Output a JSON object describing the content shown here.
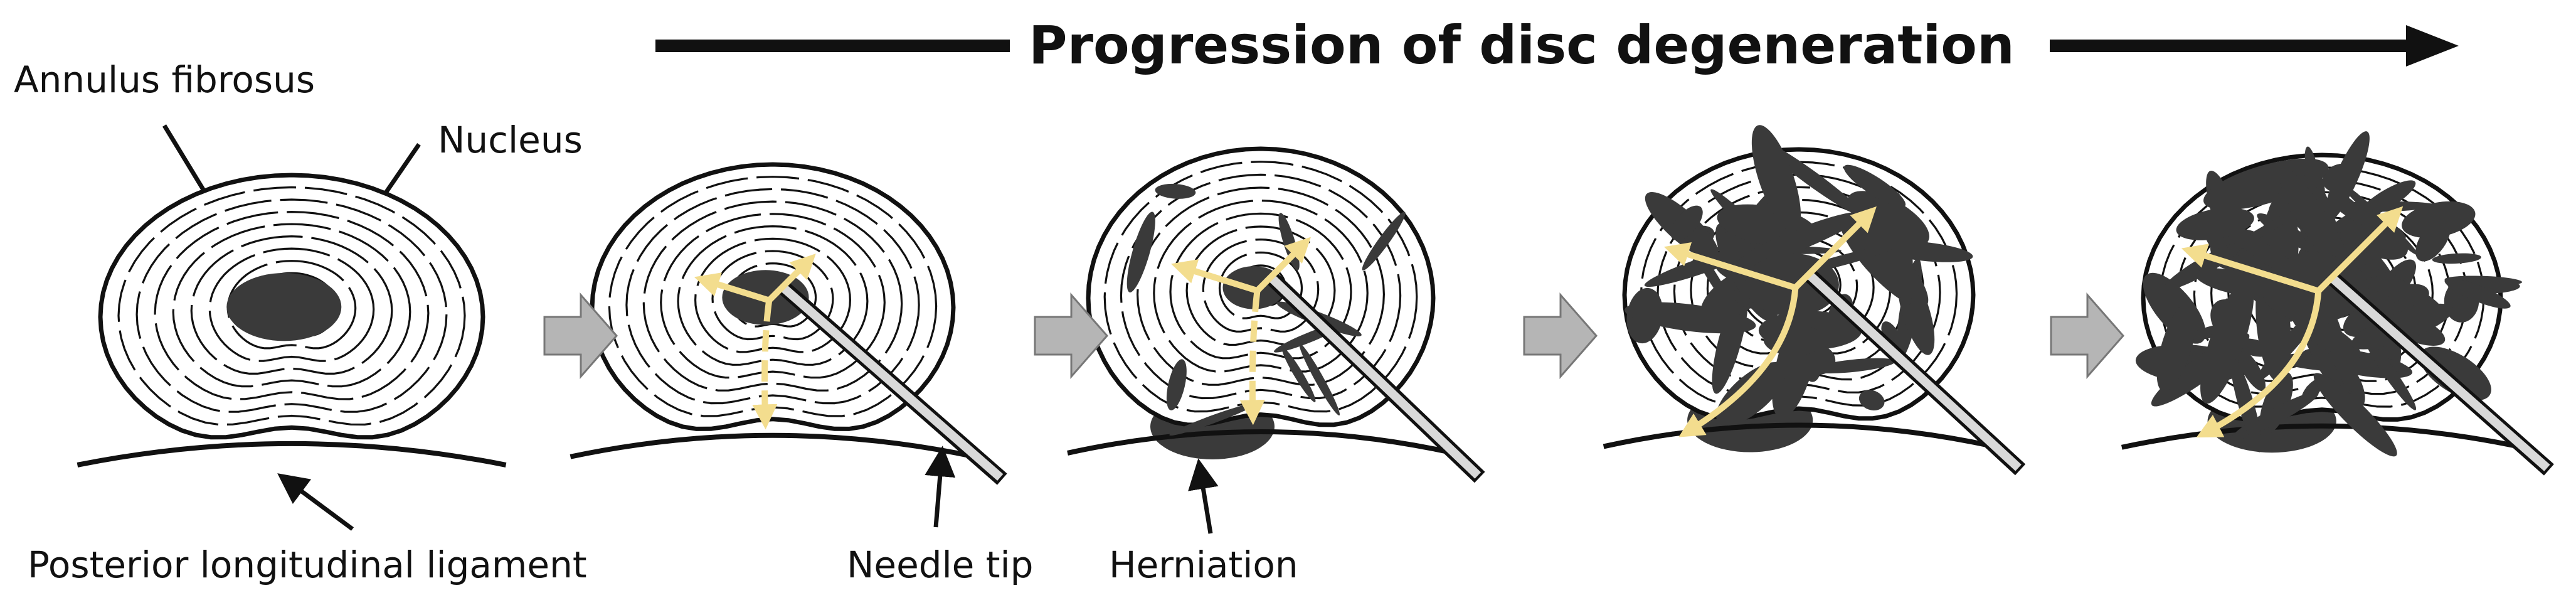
{
  "title": "Progression of disc degeneration",
  "labels": {
    "annulus": "Annulus fibrosus",
    "nucleus": "Nucleus",
    "ligament": "Posterior longitudinal ligament",
    "needle": "Needle tip",
    "herniation": "Herniation"
  },
  "stages": [
    {
      "degeneration": 0,
      "needle": false,
      "herniation": false
    },
    {
      "degeneration": 1,
      "needle": true,
      "herniation": false
    },
    {
      "degeneration": 2,
      "needle": true,
      "herniation": true
    },
    {
      "degeneration": 3,
      "needle": true,
      "herniation": true
    },
    {
      "degeneration": 4,
      "needle": true,
      "herniation": true
    }
  ],
  "colors": {
    "ink": "#111111",
    "nucleus": "#3a3a3a",
    "contrast": "#f3dd8e",
    "transition": "#b5b5b5",
    "needle": "#d9d9d9",
    "paper": "#ffffff"
  }
}
